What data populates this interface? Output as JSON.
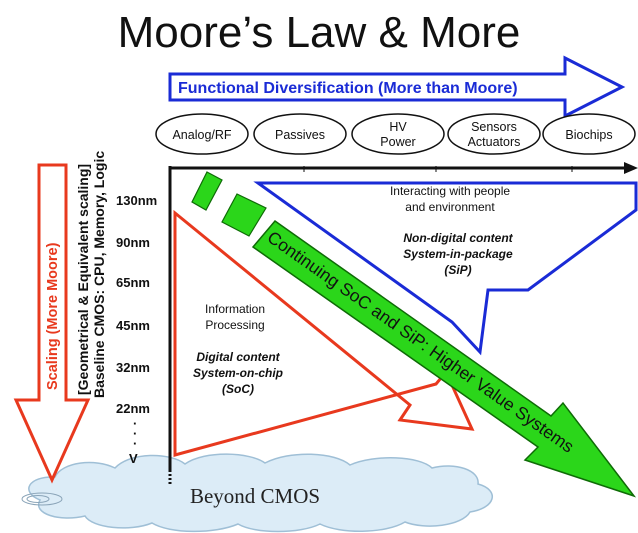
{
  "title": "Moore’s Law & More",
  "functional_arrow": {
    "label": "Functional Diversification (More than Moore)",
    "color": "#1a2bd6"
  },
  "categories": [
    {
      "lines": [
        "Analog/RF"
      ]
    },
    {
      "lines": [
        "Passives"
      ]
    },
    {
      "lines": [
        "HV",
        "Power"
      ]
    },
    {
      "lines": [
        "Sensors",
        "Actuators"
      ]
    },
    {
      "lines": [
        "Biochips"
      ]
    }
  ],
  "scaling_arrow": {
    "label": "Scaling (More Moore)",
    "color": "#e8391e"
  },
  "baseline_labels": [
    "[Geometrical & Equivalent scaling]",
    "Baseline CMOS: CPU, Memory, Logic"
  ],
  "nodes": [
    "130nm",
    "90nm",
    "65nm",
    "45nm",
    "32nm",
    "22nm",
    "·",
    "·",
    "·",
    "V"
  ],
  "blue_text": {
    "interacting": [
      "Interacting with people",
      "and environment"
    ],
    "nondigital": [
      "Non-digital content",
      "System-in-package",
      "(SiP)"
    ]
  },
  "red_text": {
    "information": [
      "Information",
      "Processing"
    ],
    "digital": [
      "Digital content",
      "System-on-chip",
      "(SoC)"
    ]
  },
  "green_arrow": {
    "label": "Continuing SoC and SiP: Higher Value Systems",
    "color": "#2bd61a"
  },
  "cloud": {
    "label": "Beyond CMOS",
    "color": "#dcecf7"
  }
}
